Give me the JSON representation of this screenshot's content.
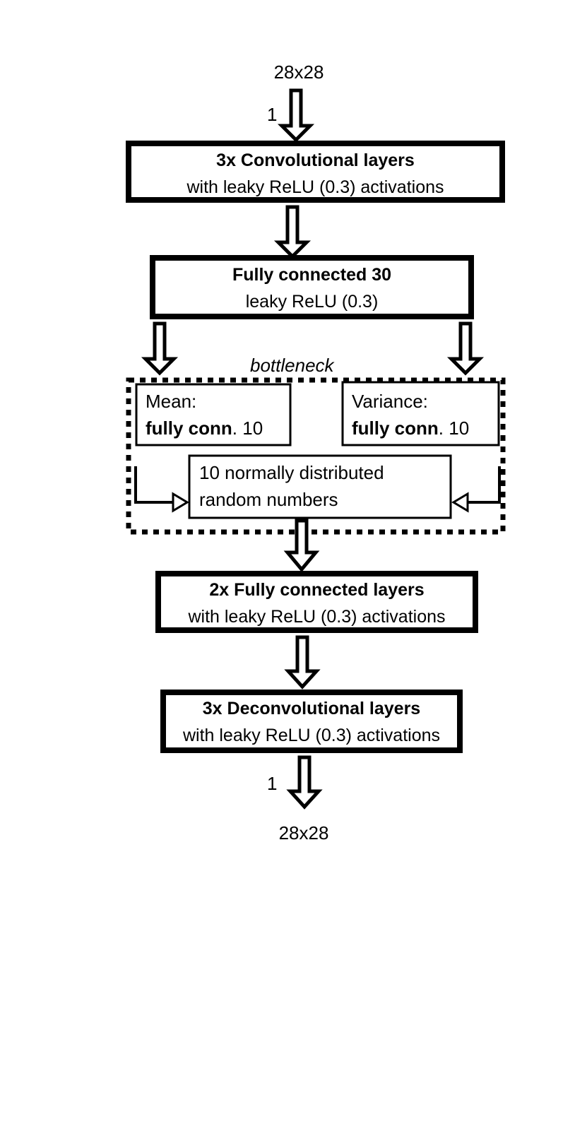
{
  "input": {
    "size_label": "28x28",
    "channels_label": "1"
  },
  "output": {
    "size_label": "28x28",
    "channels_label": "1"
  },
  "encoder_conv": {
    "title": "3x  Convolutional layers",
    "subtitle": "with leaky ReLU (0.3)  activations"
  },
  "encoder_fc": {
    "title": "Fully connected 30",
    "subtitle": "leaky ReLU (0.3)"
  },
  "bottleneck": {
    "label": "bottleneck",
    "mean": {
      "line1": "Mean:",
      "bold": "fully conn",
      "rest": ". 10"
    },
    "variance": {
      "line1": "Variance:",
      "bold": "fully conn",
      "rest": ". 10"
    },
    "random": {
      "line1": "10 normally distributed",
      "line2": "random numbers"
    }
  },
  "decoder_fc": {
    "title": "2x Fully connected layers",
    "subtitle": "with leaky ReLU (0.3) activations"
  },
  "decoder_deconv": {
    "title": "3x Deconvolutional layers",
    "subtitle": "with leaky ReLU (0.3) activations"
  }
}
